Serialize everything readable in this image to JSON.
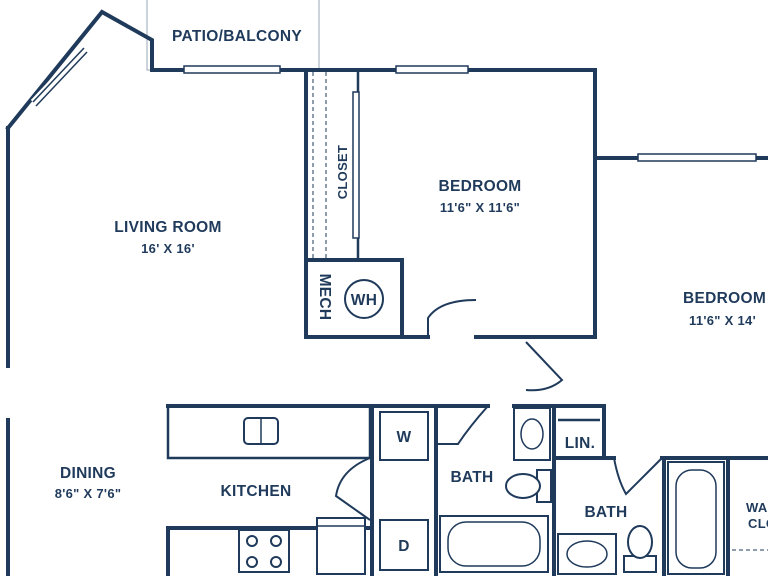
{
  "rooms": {
    "patio": {
      "name": "PATIO/BALCONY"
    },
    "living": {
      "name": "LIVING ROOM",
      "dim": "16' X 16'"
    },
    "bedroom1": {
      "name": "BEDROOM",
      "dim": "11'6\" X 11'6\""
    },
    "bedroom2": {
      "name": "BEDROOM",
      "dim": "11'6\" X 14'"
    },
    "dining": {
      "name": "DINING",
      "dim": "8'6\" X 7'6\""
    },
    "kitchen": {
      "name": "KITCHEN"
    },
    "bath1": {
      "name": "BATH"
    },
    "bath2": {
      "name": "BATH"
    },
    "closet": {
      "name": "CLOSET"
    },
    "mech": {
      "name": "MECH"
    },
    "linen": {
      "name": "LIN."
    },
    "walkin": {
      "name_line1": "WA",
      "name_line2": "CLO"
    }
  },
  "fixtures": {
    "water_heater": "WH",
    "washer": "W",
    "dryer": "D"
  },
  "colors": {
    "wall": "#1f3a5a",
    "background": "#ffffff"
  }
}
